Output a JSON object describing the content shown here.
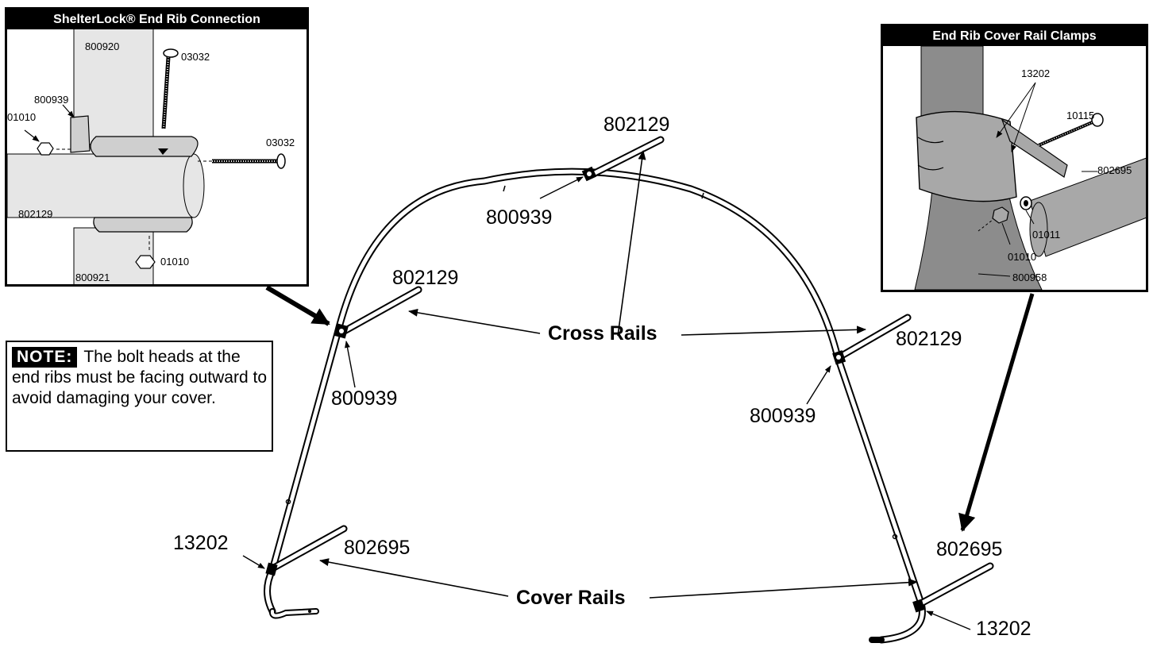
{
  "labels": {
    "top_part": "802129",
    "top_clamp": "800939",
    "left_part": "802129",
    "left_clamp": "800939",
    "right_part": "802129",
    "right_clamp": "800939",
    "cross_rails": "Cross Rails",
    "cover_rails": "Cover Rails",
    "left_cover_part": "802695",
    "left_cover_clamp": "13202",
    "right_cover_part": "802695",
    "right_cover_clamp": "13202"
  },
  "note": {
    "tag": "NOTE:",
    "text": "The bolt heads at the end ribs must be facing outward to avoid damaging your cover."
  },
  "inset_left": {
    "title": "ShelterLock® End Rib Connection",
    "parts": {
      "p800920": "800920",
      "p03032a": "03032",
      "p800939": "800939",
      "p01010a": "01010",
      "p03032b": "03032",
      "p802129": "802129",
      "p01010b": "01010",
      "p800921": "800921"
    }
  },
  "inset_right": {
    "title": "End Rib Cover Rail Clamps",
    "parts": {
      "p13202": "13202",
      "p10115": "10115",
      "p802695": "802695",
      "p01011": "01011",
      "p01010": "01010",
      "p800958": "800958"
    }
  },
  "colors": {
    "ink": "#000000",
    "tube_fill": "#e6e6e6",
    "rib_gray": "#8c8c8c",
    "rail_gray": "#a8a8a8"
  }
}
